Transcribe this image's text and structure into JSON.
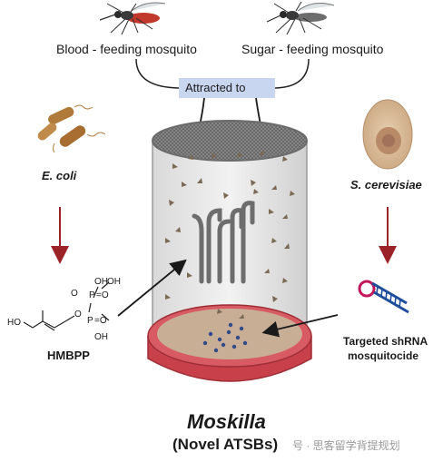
{
  "labels": {
    "blood_feeding": "Blood - feeding mosquito",
    "sugar_feeding": "Sugar - feeding mosquito",
    "attracted_to": "Attracted to",
    "ecoli": "E. coli",
    "scerevisiae": "S. cerevisiae",
    "hmbpp": "HMBPP",
    "targeted_line1": "Targeted shRNA",
    "targeted_line2": "mosquitocide",
    "title": "Moskilla",
    "subtitle": "(Novel ATSBs)",
    "watermark": "号 · 思客留学背提规划"
  },
  "molecule": {
    "oh_top": "OH",
    "p_top": "P",
    "o_eq_top": "=O",
    "o_mid_left": "O",
    "o_bridge": "O",
    "p_bottom": "P",
    "o_eq_bottom": "=O",
    "oh_bottom": "OH",
    "ho_left": "HO",
    "oh_right_top": "OH"
  },
  "colors": {
    "arrow_red": "#9b2226",
    "mosquito_red": "#c0392b",
    "dish_red": "#c8414a",
    "pink_ring": "#c2185b",
    "shrna_blue": "#1f4e9c",
    "attracted_box": "#c9d6f0"
  }
}
